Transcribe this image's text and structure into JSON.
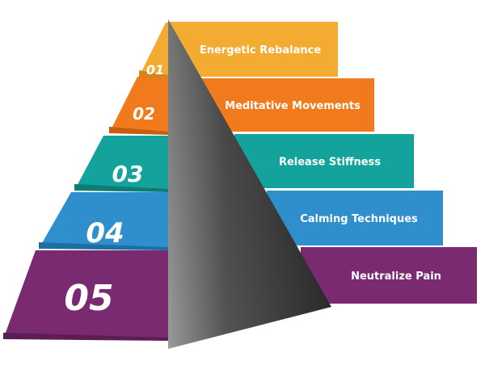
{
  "diagram": {
    "levels": [
      {
        "number": "01",
        "label": "Energetic Rebalance",
        "color": "#f3ab32",
        "shade": "#d3871a"
      },
      {
        "number": "02",
        "label": "Meditative Movements",
        "color": "#f07a1c",
        "shade": "#c75e10"
      },
      {
        "number": "03",
        "label": "Release Stiffness",
        "color": "#13a39c",
        "shade": "#0c7c77"
      },
      {
        "number": "04",
        "label": "Calming Techniques",
        "color": "#2f8fcd",
        "shade": "#1e6ea3"
      },
      {
        "number": "05",
        "label": "Neutralize Pain",
        "color": "#7a2a70",
        "shade": "#5c1d54"
      }
    ],
    "pyramid_face_color": "#2b2b2b",
    "pyramid_highlight_color": "#9a9a9a"
  }
}
